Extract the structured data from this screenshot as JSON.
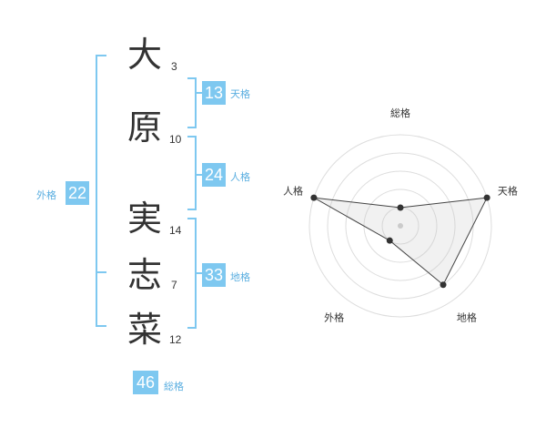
{
  "name": {
    "chars": [
      {
        "char": "大",
        "strokes": "3"
      },
      {
        "char": "原",
        "strokes": "10"
      },
      {
        "char": "実",
        "strokes": "14"
      },
      {
        "char": "志",
        "strokes": "7"
      },
      {
        "char": "菜",
        "strokes": "12"
      }
    ]
  },
  "fortune": {
    "tenkaku": {
      "value": "13",
      "label": "天格"
    },
    "jinkaku": {
      "value": "24",
      "label": "人格"
    },
    "chikaku": {
      "value": "33",
      "label": "地格"
    },
    "gaikaku": {
      "value": "22",
      "label": "外格"
    },
    "soukaku": {
      "value": "46",
      "label": "総格"
    }
  },
  "colors": {
    "accent": "#7ec8f0",
    "label_text": "#5aaee0",
    "text": "#333333"
  },
  "chart_data": {
    "type": "radar",
    "axes": [
      "総格",
      "天格",
      "地格",
      "外格",
      "人格"
    ],
    "max": 5,
    "values": [
      1,
      5,
      4,
      1,
      5
    ],
    "grid_rings": 5
  }
}
